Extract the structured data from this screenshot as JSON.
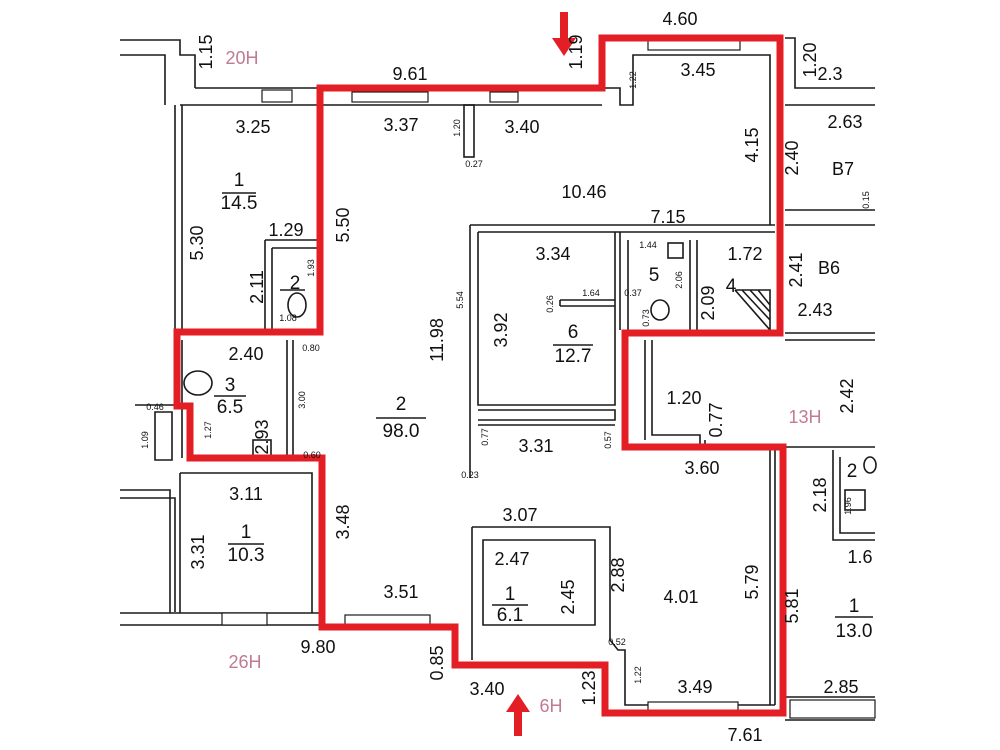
{
  "colors": {
    "outline": "#e31e24",
    "unit_label": "#c07a92",
    "walls": "#1a1a1a"
  },
  "units": [
    "20H",
    "26H",
    "6H",
    "13H"
  ],
  "rooms": [
    {
      "number": "1",
      "area": "14.5"
    },
    {
      "number": "2",
      "area": "98.0"
    },
    {
      "number": "3",
      "area": "6.5"
    },
    {
      "number": "1",
      "area": "10.3"
    },
    {
      "number": "6",
      "area": "12.7"
    },
    {
      "number": "1",
      "area": "6.1"
    },
    {
      "number": "1",
      "area": "13.0"
    }
  ],
  "room_numbers_only": [
    "5",
    "4",
    "2",
    "2"
  ],
  "neighbor_labels": [
    "B7",
    "B6"
  ],
  "dims": [
    "9.61",
    "3.25",
    "3.37",
    "3.40",
    "4.60",
    "3.45",
    "1.15",
    "1.19",
    "1.20",
    "2.3",
    "2.63",
    "4.15",
    "2.40",
    "10.46",
    "7.15",
    "5.30",
    "5.50",
    "1.29",
    "2.11",
    "11.98",
    "3.34",
    "1.72",
    "2.41",
    "2.09",
    "2.43",
    "3.92",
    "2.40",
    "2.42",
    "1.20",
    "0.77",
    "3.31",
    "3.60",
    "2.93",
    "3.11",
    "3.48",
    "3.31",
    "2.18",
    "3.07",
    "2.47",
    "2.88",
    "2.45",
    "4.01",
    "5.79",
    "5.81",
    "1.6",
    "3.51",
    "9.80",
    "0.85",
    "3.40",
    "1.23",
    "3.49",
    "2.85",
    "7.61"
  ],
  "small_dims": [
    "1.20",
    "0.27",
    "1.22",
    "0.15",
    "1.44",
    "1.64",
    "0.37",
    "0.26",
    "0.73",
    "2.06",
    "5.54",
    "1.93",
    "1.08",
    "0.80",
    "3.00",
    "0.46",
    "1.09",
    "1.27",
    "0.60",
    "0.77",
    "0.23",
    "0.57",
    "0.52",
    "1.22",
    "1.96"
  ]
}
